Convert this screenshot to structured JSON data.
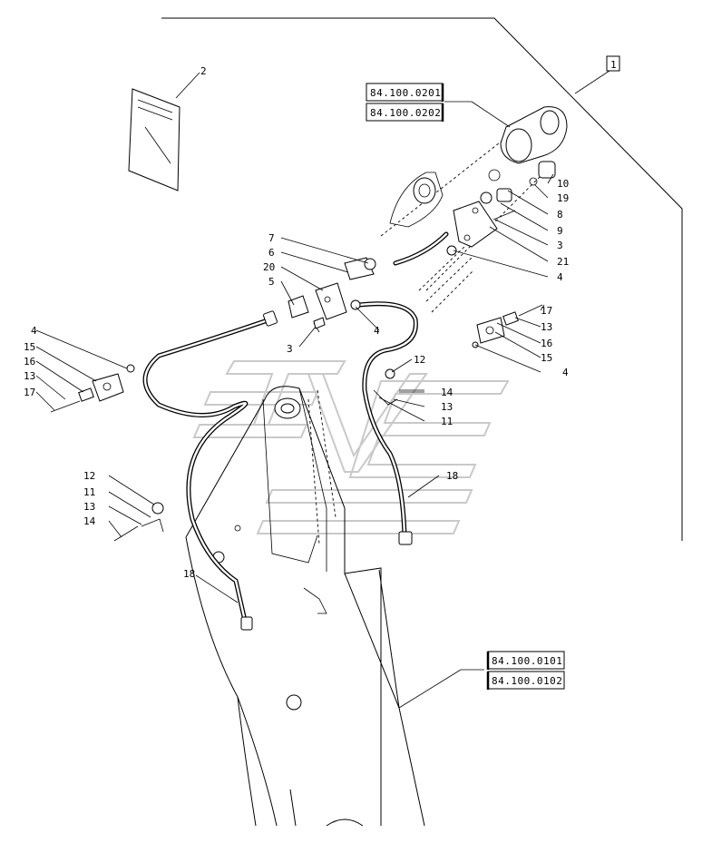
{
  "diagram": {
    "callouts": [
      {
        "id": "c-2",
        "label": "2"
      },
      {
        "id": "c-1",
        "label": "1"
      },
      {
        "id": "c-10",
        "label": "10"
      },
      {
        "id": "c-19",
        "label": "19"
      },
      {
        "id": "c-8",
        "label": "8"
      },
      {
        "id": "c-9",
        "label": "9"
      },
      {
        "id": "c-3a",
        "label": "3"
      },
      {
        "id": "c-21",
        "label": "21"
      },
      {
        "id": "c-4a",
        "label": "4"
      },
      {
        "id": "c-7",
        "label": "7"
      },
      {
        "id": "c-6",
        "label": "6"
      },
      {
        "id": "c-20",
        "label": "20"
      },
      {
        "id": "c-5",
        "label": "5"
      },
      {
        "id": "c-4b",
        "label": "4"
      },
      {
        "id": "c-3b",
        "label": "3"
      },
      {
        "id": "c-17a",
        "label": "17"
      },
      {
        "id": "c-13a",
        "label": "13"
      },
      {
        "id": "c-16a",
        "label": "16"
      },
      {
        "id": "c-15a",
        "label": "15"
      },
      {
        "id": "c-4c",
        "label": "4"
      },
      {
        "id": "c-4d",
        "label": "4"
      },
      {
        "id": "c-15b",
        "label": "15"
      },
      {
        "id": "c-16b",
        "label": "16"
      },
      {
        "id": "c-13b",
        "label": "13"
      },
      {
        "id": "c-17b",
        "label": "17"
      },
      {
        "id": "c-12a",
        "label": "12"
      },
      {
        "id": "c-14a",
        "label": "14"
      },
      {
        "id": "c-13c",
        "label": "13"
      },
      {
        "id": "c-11a",
        "label": "11"
      },
      {
        "id": "c-18a",
        "label": "18"
      },
      {
        "id": "c-12b",
        "label": "12"
      },
      {
        "id": "c-11b",
        "label": "11"
      },
      {
        "id": "c-13d",
        "label": "13"
      },
      {
        "id": "c-14b",
        "label": "14"
      },
      {
        "id": "c-18b",
        "label": "18"
      }
    ],
    "ref_boxes": {
      "top_1": "84.100.0201",
      "top_2": "84.100.0202",
      "bottom_1": "84.100.0101",
      "bottom_2": "84.100.0102"
    }
  }
}
